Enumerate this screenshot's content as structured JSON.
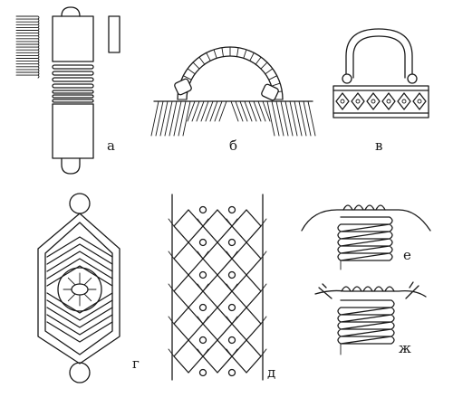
{
  "figure": {
    "panels": [
      {
        "id": "a",
        "label": "а"
      },
      {
        "id": "b",
        "label": "б"
      },
      {
        "id": "v",
        "label": "в"
      },
      {
        "id": "g",
        "label": "г"
      },
      {
        "id": "d",
        "label": "д"
      },
      {
        "id": "e",
        "label": "е"
      },
      {
        "id": "zh",
        "label": "ж"
      }
    ]
  },
  "colors": {
    "ink": "#1a1a1a",
    "paper": "#ffffff"
  }
}
